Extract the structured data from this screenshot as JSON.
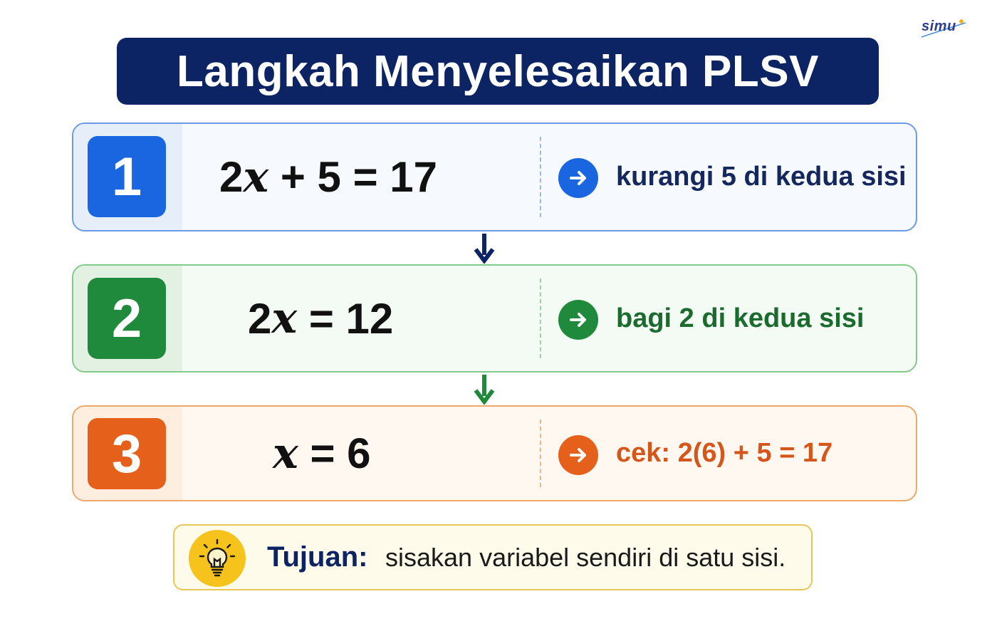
{
  "logo": {
    "text": "simu"
  },
  "title": "Langkah Menyelesaikan PLSV",
  "steps": [
    {
      "number": "1",
      "equation": {
        "coef": "2",
        "var": "x",
        "rest": " + 5 = 17"
      },
      "hint": "kurangi 5 di kedua sisi",
      "color": "#1a66e0"
    },
    {
      "number": "2",
      "equation": {
        "coef": "2",
        "var": "x",
        "rest": " = 12"
      },
      "hint": "bagi 2 di kedua sisi",
      "color": "#1f8a3c"
    },
    {
      "number": "3",
      "equation": {
        "coef": "",
        "var": "x",
        "rest": " = 6"
      },
      "hint": "cek: 2(6) + 5 = 17",
      "color": "#e5601b"
    }
  ],
  "goal": {
    "label": "Tujuan:",
    "text": "sisakan variabel sendiri di satu sisi.",
    "icon": "lightbulb-icon"
  },
  "colors": {
    "title_bg": "#0d2464",
    "step1": "#1a66e0",
    "step2": "#1f8a3c",
    "step3": "#e5601b",
    "goal_accent": "#f6c21c"
  }
}
